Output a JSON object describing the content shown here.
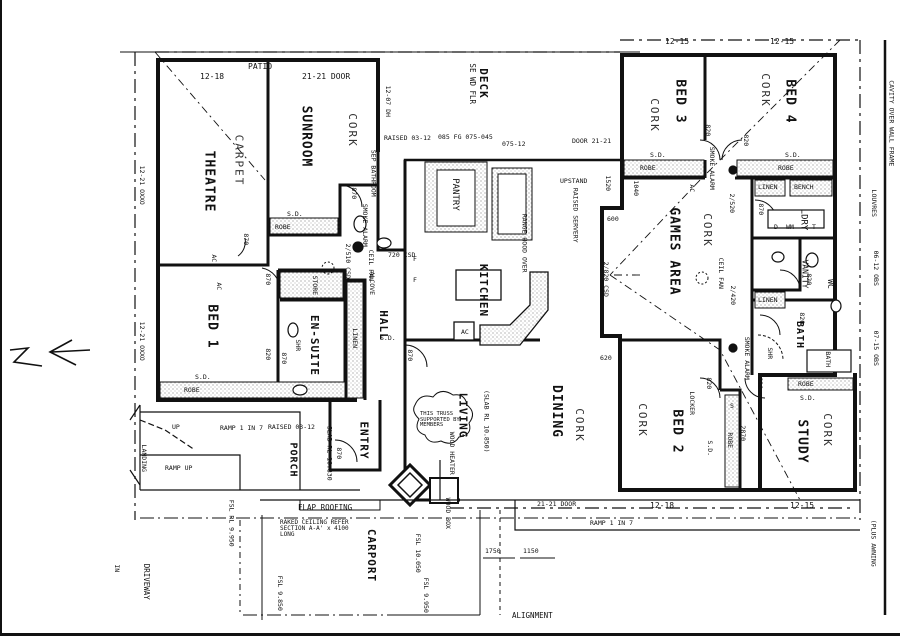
{
  "plan": {
    "colors": {
      "ink": "#111111",
      "paper": "#ffffff",
      "hatch": "#9a9a9a"
    },
    "north_arrow": {
      "label": "N"
    },
    "rooms": {
      "theatre": {
        "name": "THEATRE",
        "floor": "CARPET"
      },
      "sunroom": {
        "name": "SUNROOM",
        "floor": "CORK"
      },
      "bed1": {
        "name": "BED 1"
      },
      "ensuite": {
        "name": "EN-SUITE"
      },
      "hall": {
        "name": "HALL"
      },
      "entry": {
        "name": "ENTRY"
      },
      "porch": {
        "name": "PORCH"
      },
      "kitchen": {
        "name": "KITCHEN"
      },
      "pantry": {
        "name": "PANTRY"
      },
      "living": {
        "name": "LIVING"
      },
      "dining": {
        "name": "DINING",
        "floor": "CORK"
      },
      "games": {
        "name": "GAMES AREA",
        "floor": "CORK"
      },
      "bed2": {
        "name": "BED 2",
        "floor": "CORK"
      },
      "bed3": {
        "name": "BED 3",
        "floor": "CORK"
      },
      "bed4": {
        "name": "BED 4",
        "floor": "CORK"
      },
      "study": {
        "name": "STUDY",
        "floor": "CORK"
      },
      "bath": {
        "name": "BATH"
      },
      "ldry": {
        "name": "LDRY"
      },
      "vanity": {
        "name": "VANITY"
      },
      "wc": {
        "name": "WC"
      },
      "deck": {
        "name": "DECK",
        "sub": "SE WD FLR"
      },
      "patio": {
        "name": "PATIO"
      },
      "carport": {
        "name": "CARPORT"
      },
      "driveway": {
        "name": "DRIVEWAY"
      },
      "landing": {
        "name": "LANDING"
      },
      "store": {
        "name": "STORE"
      },
      "sep_bathroom": {
        "name": "SEP BATHROOM"
      }
    },
    "fixtures": {
      "robe": "ROBE",
      "linen": "LINEN",
      "bench": "BENCH",
      "sd": "S.D.",
      "ac": "AC",
      "bath_tub": "BATH",
      "shr": "SHR",
      "wm": "WM",
      "d": "D",
      "t": "T",
      "f": "F",
      "s": "S"
    },
    "doors": {
      "d870": "870",
      "d820": "820",
      "d720csd": "720 CSD",
      "d2510csd": "2/510 CSD",
      "d2520": "2/520",
      "d2420": "2/420",
      "d2820csd": "2/820 CSD",
      "d1520": "1520",
      "d1040": "1040",
      "d600": "600",
      "d620": "620",
      "d2870": "2870"
    },
    "annotations": {
      "patio_dim1": "12-18",
      "patio_door": "21-21 DOOR",
      "dh": "12-07 DH",
      "raised1": "RAISED 03-12",
      "fg": "085 FG 075-045",
      "dim_075_12": "075-12",
      "deck_door": "DOOR 21-21",
      "upstand": "UPSTAND",
      "raised_servery": "RAISED SERVERY",
      "range_hood": "RANGE HOOD OVER",
      "top_dim1": "12-15",
      "top_dim2": "12-15",
      "cavity": "CAVITY OVER WALL FRAME",
      "obs1": "06-12 OBS",
      "obs2": "07-15 OBS",
      "louvres": "LOUVRES",
      "left_dim1": "12-21 OXXO",
      "left_dim2": "12-21 OXXO",
      "smoke1": "SMOKE ALARM",
      "smoke2": "SMOKE ALARM",
      "smoke3": "SMOKE ALARM",
      "alcove": "ALCOVE",
      "ceiling_fan1": "CEIL FAN",
      "ceiling_fan2": "CEIL FAN",
      "locker": "LOCKER",
      "slab_rl_living": "(SLAB RL 10.850)",
      "slab_rl_porch": "SLAB RL 10.830",
      "truss_note": "THIS TRUSS SUPPORTED BY MEMBERS",
      "wood_heater": "WOOD HEATER",
      "wood_box": "WOOD BOX",
      "raised_porch": "RAISED 03-12",
      "ramp1": "RAMP 1 IN 7",
      "ramp_up": "RAMP UP",
      "up": "UP",
      "ramp2": "RAMP 1 IN 7",
      "door_2121": "21-21 DOOR",
      "dim_12_18_b": "12-18",
      "dim_12_15_b": "12-15",
      "plus_awning": "(PLUS AWNING",
      "flap_roofing": "FLAP ROOFING",
      "raked_ceiling": "RAKED CEILING REFER SECTION A-A' x 4100 LONG",
      "fsl1": "FSL RL 9.950",
      "fsl2": "FSL 9.850",
      "fsl3": "FSL 10.050",
      "fsl4": "FSL 9.950",
      "dim_1750": "1750",
      "dim_1150": "1150",
      "alignment": "ALIGNMENT",
      "bottom_mark": "IN"
    }
  }
}
